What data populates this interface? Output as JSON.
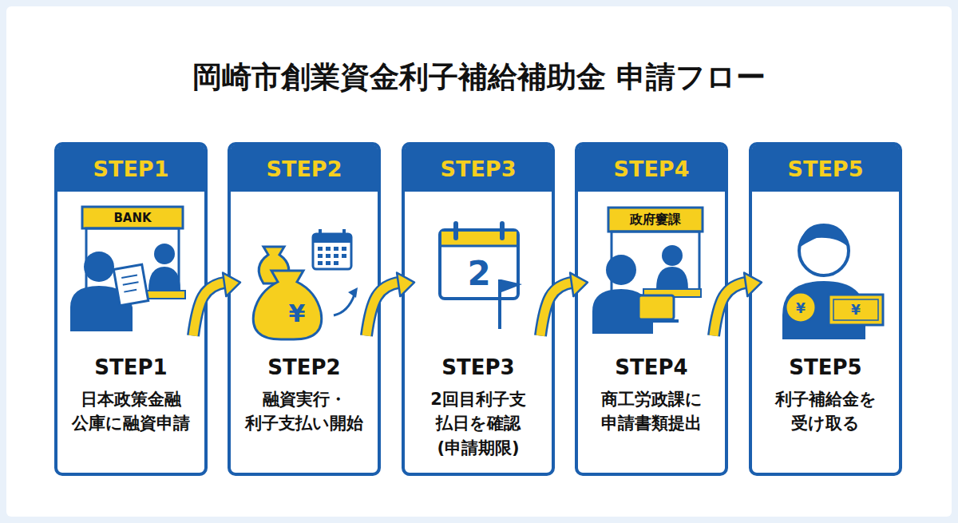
{
  "diagram": {
    "title": "岡崎市創業資金利子補給補助金 申請フロー",
    "nodes": [
      {
        "text": [
          "STEP1",
          "STEP1",
          "日本政策金融 公庫に融資申請"
        ]
      },
      {
        "text": [
          "STEP2",
          "STEP2",
          "融資実行・ 利子支払い開始"
        ]
      },
      {
        "text": [
          "STEP3",
          "STEP3",
          "2回目利子支 払日を確認 (申請期限)"
        ]
      },
      {
        "text": [
          "STEP4",
          "STEP4",
          "商工労政課に 申請書類提出"
        ]
      },
      {
        "text": [
          "STEP5",
          "STEP5",
          "利子補給金を 受け取る"
        ]
      }
    ],
    "edges": [
      {
        "from": 0,
        "to": 1,
        "arrow": "to"
      },
      {
        "from": 1,
        "to": 2,
        "arrow": "to"
      },
      {
        "from": 2,
        "to": 3,
        "arrow": "to"
      },
      {
        "from": 3,
        "to": 4,
        "arrow": "to"
      }
    ],
    "labels": [
      "BANK",
      "¥",
      "2",
      "政府窶課",
      "¥",
      "¥"
    ]
  }
}
